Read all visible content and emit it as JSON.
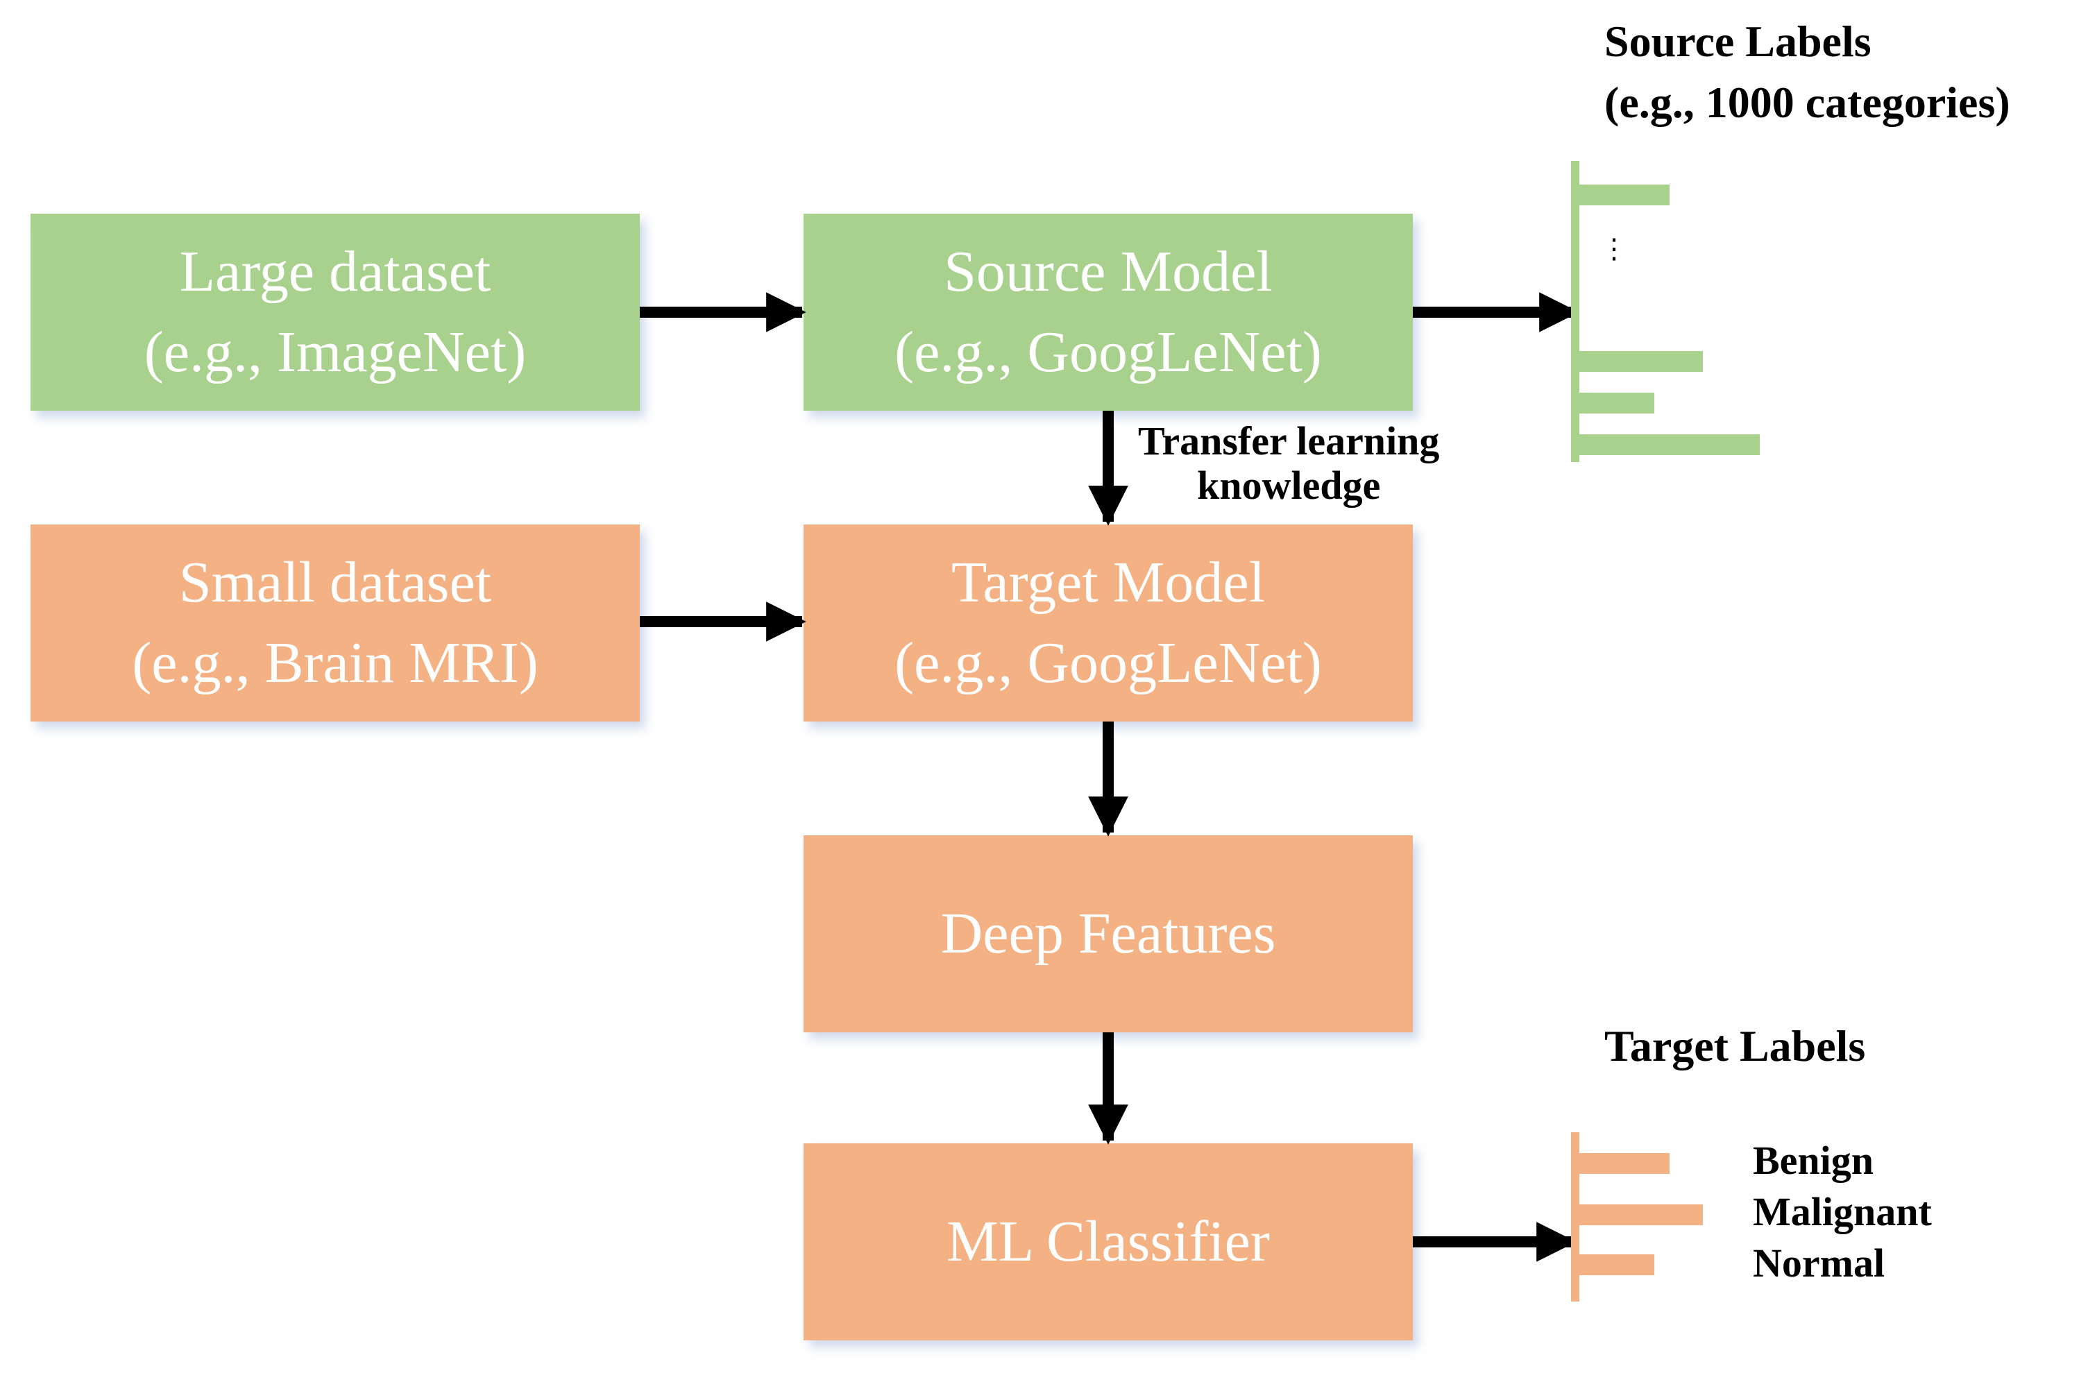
{
  "boxes": {
    "large_dataset": {
      "line1": "Large dataset",
      "line2": "(e.g., ImageNet)"
    },
    "source_model": {
      "line1": "Source Model",
      "line2": "(e.g., GoogLeNet)"
    },
    "small_dataset": {
      "line1": "Small dataset",
      "line2": "(e.g., Brain MRI)"
    },
    "target_model": {
      "line1": "Target Model",
      "line2": "(e.g., GoogLeNet)"
    },
    "deep_features": {
      "line1": "Deep Features"
    },
    "ml_classifier": {
      "line1": "ML Classifier"
    }
  },
  "transfer_label": {
    "line1": "Transfer learning",
    "line2": "knowledge"
  },
  "source_labels": {
    "title_line1": "Source Labels",
    "title_line2": "(e.g., 1000 categories)",
    "ellipsis": "⋮"
  },
  "target_labels": {
    "title": "Target Labels",
    "classes": [
      "Benign",
      "Malignant",
      "Normal"
    ]
  },
  "colors": {
    "source_green": "#a9d18e",
    "target_orange": "#f4b183",
    "arrow": "#000000",
    "box_text": "#ffffff"
  }
}
